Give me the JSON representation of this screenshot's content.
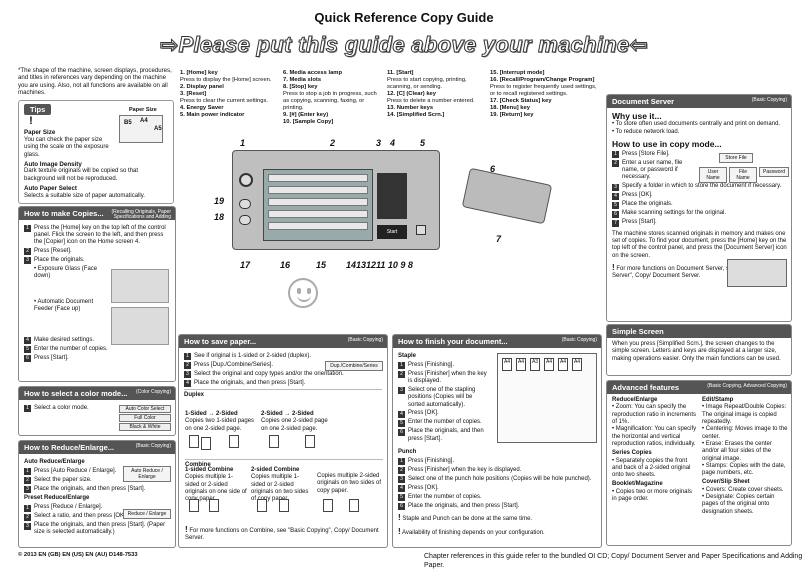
{
  "title": "Quick Reference Copy Guide",
  "banner": "Please put this guide above your machine",
  "banner_arrow_left": "⇨",
  "banner_arrow_right": "⇦",
  "intro": "*The shape of the machine, screen displays, procedures, and titles in references vary depending on the machine you are using. Also, not all functions are available on all machines.",
  "tips": {
    "tag": "Tips",
    "paper_size_label": "Paper Size",
    "items": [
      {
        "heading": "Paper Size",
        "text": "You can check the paper size using the scale on the exposure glass."
      },
      {
        "heading": "Auto Image Density",
        "text": "Dark texture originals will be copied so that background will not be reproduced."
      },
      {
        "heading": "Auto Paper Select",
        "text": "Selects a suitable size of paper automatically."
      }
    ]
  },
  "legend_col1": [
    {
      "n": "1.",
      "label": "[Home] key",
      "desc": "Press to display the [Home] screen."
    },
    {
      "n": "2.",
      "label": "Display panel",
      "desc": ""
    },
    {
      "n": "3.",
      "label": "[Reset]",
      "desc": "Press to clear the current settings."
    },
    {
      "n": "4.",
      "label": "Energy Saver",
      "desc": ""
    },
    {
      "n": "5.",
      "label": "Main power indicator",
      "desc": ""
    }
  ],
  "legend_col2": [
    {
      "n": "6.",
      "label": "Media access lamp",
      "desc": ""
    },
    {
      "n": "7.",
      "label": "Media slots",
      "desc": ""
    },
    {
      "n": "8.",
      "label": "[Stop] key",
      "desc": "Press to stop a job in progress, such as copying, scanning, faxing, or printing."
    },
    {
      "n": "9.",
      "label": "[#] (Enter key)",
      "desc": ""
    },
    {
      "n": "10.",
      "label": "[Sample Copy]",
      "desc": ""
    }
  ],
  "legend_col3": [
    {
      "n": "11.",
      "label": "[Start]",
      "desc": "Press to start copying, printing, scanning, or sending."
    },
    {
      "n": "12.",
      "label": "[C] (Clear) key",
      "desc": "Press to delete a number entered."
    },
    {
      "n": "13.",
      "label": "Number keys",
      "desc": ""
    },
    {
      "n": "14.",
      "label": "[Simplified Scrn.]",
      "desc": ""
    }
  ],
  "legend_col4": [
    {
      "n": "15.",
      "label": "[Interrupt mode]",
      "desc": ""
    },
    {
      "n": "16.",
      "label": "[Recall/Program/Change Program]",
      "desc": "Press to register frequently used settings, or to recall registered settings."
    },
    {
      "n": "17.",
      "label": "[Check Status] key",
      "desc": ""
    },
    {
      "n": "18.",
      "label": "[Menu] key",
      "desc": ""
    },
    {
      "n": "19.",
      "label": "[Return] key",
      "desc": ""
    }
  ],
  "callouts": {
    "c1": "1",
    "c2": "2",
    "c3": "3",
    "c4": "4",
    "c5": "5",
    "c6": "6",
    "c7": "7",
    "c19": "19",
    "c18": "18",
    "c17": "17",
    "c16": "16",
    "c15": "15",
    "c14_8": "14131211 10 9  8"
  },
  "how_to_make": {
    "title": "How to make Copies...",
    "sub": "(Recalling Originals, Paper Specifications and Adding Paper, Basic Copying)",
    "steps": [
      "Press the [Home] key on the top left of the control panel. Flick the screen to the left, and then press the [Copier] icon on the Home screen 4.",
      "Press [Reset].",
      "Place the originals."
    ],
    "bullets": [
      "Exposure Glass (Face down)",
      "Automatic Document Feeder (Face up)"
    ],
    "steps2": [
      "Make desired settings.",
      "Enter the number of copies.",
      "Press [Start]."
    ]
  },
  "color_mode": {
    "title": "How to select a color mode...",
    "sub": "(Color Copying)",
    "step": "Select a color mode.",
    "options": [
      "Auto Color Select",
      "Full Color",
      "Black & White"
    ]
  },
  "reduce": {
    "title": "How to Reduce/Enlarge...",
    "sub": "(Basic Copying)",
    "auto_heading": "Auto Reduce/Enlarge",
    "auto_steps": [
      "Press [Auto Reduce / Enlarge].",
      "Select the paper size.",
      "Place the originals, and then press [Start]."
    ],
    "auto_btn": "Auto Reduce / Enlarge",
    "preset_heading": "Preset Reduce/Enlarge",
    "preset_steps": [
      "Press [Reduce / Enlarge].",
      "Select a ratio, and then press [OK].",
      "Place the originals, and then press [Start]. (Paper size is selected automatically.)"
    ],
    "preset_btn": "Reduce / Enlarge"
  },
  "save_paper": {
    "title": "How to save paper...",
    "sub": "(Basic Copying)",
    "steps": [
      "See if original is 1-sided or 2-sided (duplex).",
      "Press [Dup./Combine/Series].",
      "Select the original and copy types and/or the orientation.",
      "Place the originals, and then press [Start]."
    ],
    "btn": "Dup./Combine/Series",
    "duplex_heading": "Duplex",
    "d1_title": "1-Sided → 2-Sided",
    "d1_text": "Copies two 1-sided pages on one 2-sided page.",
    "d2_title": "2-Sided → 2-Sided",
    "d2_text": "Copies one 2-sided page on one 2-sided page.",
    "combine_heading": "Combine",
    "c1_title": "1-sided Combine",
    "c1_text": "Copies multiple 1-sided or 2-sided originals on one side of copy paper.",
    "c2_title": "2-sided Combine",
    "c2_text": "Copies multiple 1-sided or 2-sided originals on two sides of copy paper.",
    "c3_text": "Copies multiple 2-sided originals on two sides of copy paper.",
    "note": "For more functions on Combine, see \"Basic Copying\", Copy/ Document Server."
  },
  "finish": {
    "title": "How to finish your document...",
    "sub": "(Basic Copying)",
    "staple_heading": "Staple",
    "staple_steps": [
      "Press [Finishing].",
      "Press [Finisher] when the key is displayed.",
      "Select one of the stapling positions (Copies will be sorted automatically).",
      "Press [OK].",
      "Enter the number of copies.",
      "Place the originals, and then press [Start]."
    ],
    "punch_heading": "Punch",
    "punch_steps": [
      "Press [Finishing].",
      "Press [Finisher] when the key is displayed.",
      "Select one of the punch hole positions (Copies will be hole punched).",
      "Press [OK].",
      "Enter the number of copies.",
      "Place the originals, and then press [Start]."
    ],
    "note1": "Staple and Punch can be done at the same time.",
    "note2": "Availability of finishing depends on your configuration.",
    "staple_icons": [
      "A4",
      "A4",
      "A3",
      "A4",
      "A4",
      "A4"
    ]
  },
  "doc_server": {
    "title": "Document Server",
    "sub": "(Basic Copying)",
    "why_heading": "Why use it...",
    "why": [
      "To store often used documents centrally and print on demand.",
      "To reduce network load."
    ],
    "how_heading": "How to use in copy mode...",
    "steps": [
      "Press [Store File].",
      "Enter a user name, file name, or password if necessary.",
      "Specify a folder in which to store the document if necessary.",
      "Press [OK].",
      "Place the originals.",
      "Make scanning settings for the original.",
      "Press [Start]."
    ],
    "store_btn": "Store File",
    "fields": [
      "User Name",
      "File Name",
      "Password"
    ],
    "para": "The machine stores scanned originals in memory and makes one set of copies. To find your document, press the [Home] key on the top left of the control panel, and press the [Document Server] icon on the screen.",
    "note": "For more functions on Document Server, see \"Document Server\", Copy/ Document Server."
  },
  "simple": {
    "title": "Simple Screen",
    "text": "When you press [Simplified Scrn.], the screen changes to the simple screen. Letters and keys are displayed at a larger size, making operations easier. Only the main functions can be used."
  },
  "advanced": {
    "title": "Advanced features",
    "sub": "(Basic Copying, Advanced Copying)",
    "col1": [
      {
        "h": "Reduce/Enlarge",
        "items": [
          "Zoom: You can specify the reproduction ratio in increments of 1%.",
          "Magnification: You can specify the horizontal and vertical reproduction ratios, individually."
        ]
      },
      {
        "h": "Series Copies",
        "items": [
          "Separately copies the front and back of a 2-sided original onto two sheets."
        ]
      },
      {
        "h": "Booklet/Magazine",
        "items": [
          "Copies two or more originals in page order."
        ]
      }
    ],
    "col2": [
      {
        "h": "Edit/Stamp",
        "items": [
          "Image Repeat/Double Copies: The original image is copied repeatedly.",
          "Centering: Moves image to the center.",
          "Erase: Erases the center and/or all four sides of the original image.",
          "Stamps: Copies with the date, page numbers, etc."
        ]
      },
      {
        "h": "Cover/Slip Sheet",
        "items": [
          "Covers: Create cover sheets.",
          "Designate: Copies certain pages of the original onto designation sheets."
        ]
      }
    ]
  },
  "footer_left": "© 2013    EN (GB)  EN (US)  EN (AU)  D148-7533",
  "footer_right": "Chapter references in this guide refer to the bundled OI CD; Copy/ Document Server and Paper Specifications and Adding Paper."
}
